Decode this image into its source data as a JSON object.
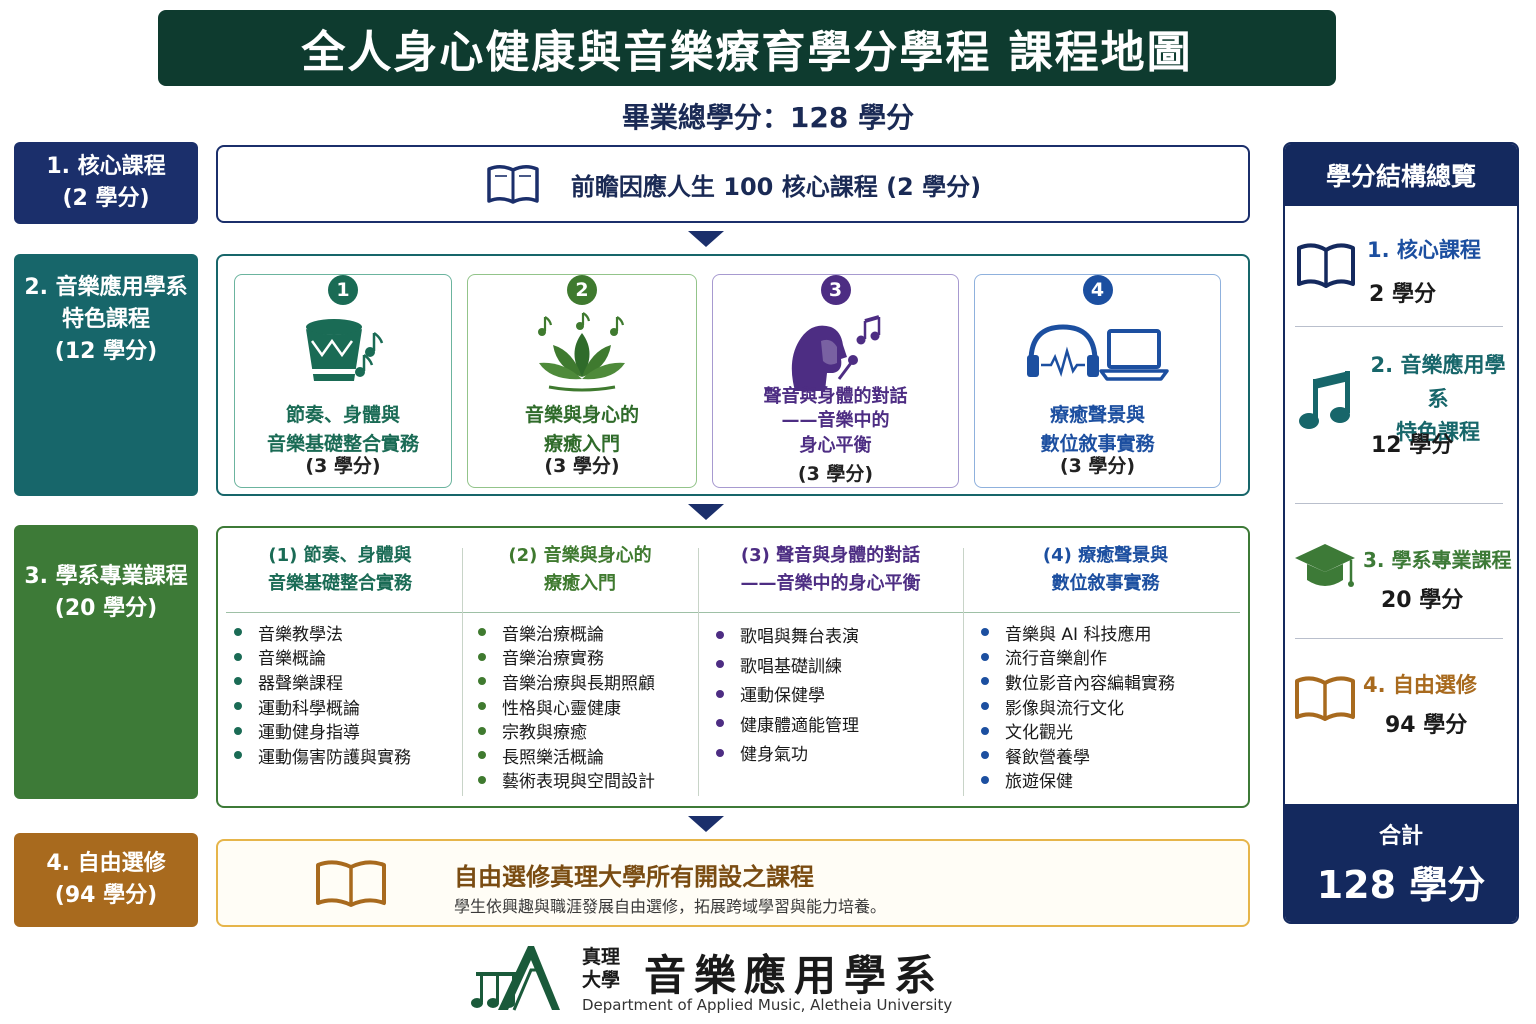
{
  "title": "全人身心健康與音樂療育學分學程 課程地圖",
  "total_credits_line": "畢業總學分：128 學分",
  "colors": {
    "title_bg": "#0e3b2f",
    "core": "#1b2f6b",
    "feature": "#17666a",
    "department": "#3d7a37",
    "elective": "#a86a1e",
    "card1": "#1a6b55",
    "card2": "#3f7a2f",
    "card3": "#4d2d83",
    "card4": "#1c4fa0"
  },
  "sections": {
    "core": {
      "label_line1": "1. 核心課程",
      "label_line2": "(2 學分)",
      "course": "前瞻因應人生 100 核心課程 (2 學分)",
      "icon": "open-book-icon"
    },
    "feature": {
      "label_line1": "2. 音樂應用學系",
      "label_line2": "特色課程",
      "label_line3": "(12 學分)",
      "cards": [
        {
          "num": "1",
          "title_line1": "節奏、身體與",
          "title_line2": "音樂基礎整合實務",
          "title_line3": "",
          "credit": "(3 學分)",
          "icon": "drum-icon"
        },
        {
          "num": "2",
          "title_line1": "音樂與身心的",
          "title_line2": "療癒入門",
          "title_line3": "",
          "credit": "(3 學分)",
          "icon": "lotus-icon"
        },
        {
          "num": "3",
          "title_line1": "聲音與身體的對話",
          "title_line2": "——音樂中的",
          "title_line3": "身心平衡",
          "credit": "(3 學分)",
          "icon": "singer-icon"
        },
        {
          "num": "4",
          "title_line1": "療癒聲景與",
          "title_line2": "數位敘事實務",
          "title_line3": "",
          "credit": "(3 學分)",
          "icon": "headphones-laptop-icon"
        }
      ]
    },
    "department": {
      "label_line1": "3. 學系專業課程",
      "label_line2": "(20 學分)",
      "columns": [
        {
          "head_line1": "(1) 節奏、身體與",
          "head_line2": "音樂基礎整合實務",
          "items": [
            "音樂教學法",
            "音樂概論",
            "器聲樂課程",
            "運動科學概論",
            "運動健身指導",
            "運動傷害防護與實務"
          ]
        },
        {
          "head_line1": "(2) 音樂與身心的",
          "head_line2": "療癒入門",
          "items": [
            "音樂治療概論",
            "音樂治療實務",
            "音樂治療與長期照顧",
            "性格與心靈健康",
            "宗教與療癒",
            "長照樂活概論",
            "藝術表現與空間設計"
          ]
        },
        {
          "head_line1": "(3) 聲音與身體的對話",
          "head_line2": "——音樂中的身心平衡",
          "items": [
            "歌唱與舞台表演",
            "歌唱基礎訓練",
            "運動保健學",
            "健康體適能管理",
            "健身氣功"
          ]
        },
        {
          "head_line1": "(4) 療癒聲景與",
          "head_line2": "數位敘事實務",
          "items": [
            "音樂與 AI 科技應用",
            "流行音樂創作",
            "數位影音內容編輯實務",
            "影像與流行文化",
            "文化觀光",
            "餐飲營養學",
            "旅遊保健"
          ]
        }
      ]
    },
    "elective": {
      "label_line1": "4. 自由選修",
      "label_line2": "(94 學分)",
      "title": "自由選修真理大學所有開設之課程",
      "desc": "學生依興趣與職涯發展自由選修，拓展跨域學習與能力培養。",
      "icon": "open-book-icon"
    }
  },
  "summary": {
    "heading": "學分結構總覽",
    "items": [
      {
        "label_line1": "1. 核心課程",
        "label_line2": "",
        "credit": "2 學分",
        "icon": "open-book-icon"
      },
      {
        "label_line1": "2. 音樂應用學系",
        "label_line2": "特色課程",
        "credit": "12 學分",
        "icon": "music-note-icon"
      },
      {
        "label_line1": "3. 學系專業課程",
        "label_line2": "",
        "credit": "20 學分",
        "icon": "graduation-cap-icon"
      },
      {
        "label_line1": "4. 自由選修",
        "label_line2": "",
        "credit": "94 學分",
        "icon": "open-book-icon"
      }
    ],
    "total_label": "合計",
    "total_value": "128 學分"
  },
  "footer": {
    "school_line1": "真理",
    "school_line2": "大學",
    "department": "音樂應用學系",
    "english": "Department of Applied Music, Aletheia University",
    "logo_icon": "music-notes-logo-icon"
  }
}
